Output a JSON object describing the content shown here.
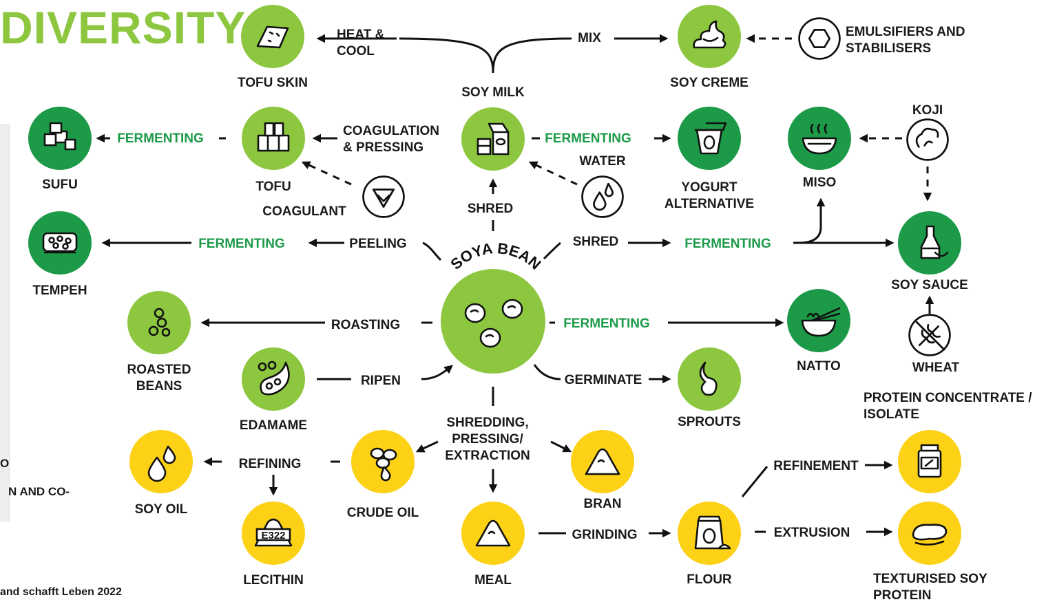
{
  "heading": "DIVERSITY",
  "footer": "and schafft Leben 2022",
  "side_fragments": [
    "O",
    "N AND CO-"
  ],
  "colors": {
    "heading": "#8dc63f",
    "light_green": "#8dc63f",
    "dark_green": "#1c9a48",
    "yellow": "#fcd116",
    "fermenting_text": "#1c9a48",
    "line": "#111111"
  },
  "center": {
    "label": "SOYA BEAN",
    "icon": "soybeans-icon"
  },
  "nodes": {
    "tofu_skin": {
      "label": [
        "TOFU SKIN"
      ],
      "fill": "light_green",
      "icon": "tofu-skin-icon"
    },
    "soy_milk": {
      "label": [
        "SOY MILK"
      ],
      "fill": "light_green",
      "icon": "milk-carton-icon"
    },
    "soy_creme": {
      "label": [
        "SOY CREME"
      ],
      "fill": "light_green",
      "icon": "creme-icon"
    },
    "sufu": {
      "label": [
        "SUFU"
      ],
      "fill": "dark_green",
      "icon": "cubes-icon"
    },
    "tofu": {
      "label": [
        "TOFU"
      ],
      "fill": "light_green",
      "icon": "tofu-blocks-icon"
    },
    "yogurt": {
      "label": [
        "YOGURT",
        "ALTERNATIVE"
      ],
      "fill": "dark_green",
      "icon": "yogurt-cup-icon"
    },
    "miso": {
      "label": [
        "MISO"
      ],
      "fill": "dark_green",
      "icon": "bowl-icon"
    },
    "tempeh": {
      "label": [
        "TEMPEH"
      ],
      "fill": "dark_green",
      "icon": "tempeh-icon"
    },
    "soy_sauce": {
      "label": [
        "SOY SAUCE"
      ],
      "fill": "dark_green",
      "icon": "bottle-icon"
    },
    "roasted_beans": {
      "label": [
        "ROASTED",
        "BEANS"
      ],
      "fill": "light_green",
      "icon": "roasted-beans-icon"
    },
    "natto": {
      "label": [
        "NATTO"
      ],
      "fill": "dark_green",
      "icon": "noodle-bowl-icon"
    },
    "edamame": {
      "label": [
        "EDAMAME"
      ],
      "fill": "light_green",
      "icon": "pod-icon"
    },
    "sprouts": {
      "label": [
        "SPROUTS"
      ],
      "fill": "light_green",
      "icon": "sprout-icon"
    },
    "soy_oil": {
      "label": [
        "SOY OIL"
      ],
      "fill": "yellow",
      "icon": "oil-drops-icon"
    },
    "crude_oil": {
      "label": [
        "CRUDE OIL"
      ],
      "fill": "yellow",
      "icon": "crude-oil-icon"
    },
    "bran": {
      "label": [
        "BRAN"
      ],
      "fill": "yellow",
      "icon": "pile-icon"
    },
    "protein_concentrate": {
      "label": [
        "PROTEIN CONCENTRATE /",
        "ISOLATE"
      ],
      "fill": "yellow",
      "icon": "jar-icon"
    },
    "lecithin": {
      "label": [
        "LECITHIN"
      ],
      "fill": "yellow",
      "icon": "e322-icon"
    },
    "meal": {
      "label": [
        "MEAL"
      ],
      "fill": "yellow",
      "icon": "pile-icon"
    },
    "flour": {
      "label": [
        "FLOUR"
      ],
      "fill": "yellow",
      "icon": "flour-sack-icon"
    },
    "textured_protein": {
      "label": [
        "TEXTURISED SOY",
        "PROTEIN"
      ],
      "fill": "yellow",
      "icon": "textured-protein-icon"
    }
  },
  "inputs": {
    "emulsifiers": {
      "label": [
        "EMULSIFIERS AND",
        "STABILISERS"
      ],
      "icon": "hexagon-icon"
    },
    "koji": {
      "label": [
        "KOJI"
      ],
      "icon": "koji-icon"
    },
    "coagulant": {
      "label": [
        "COAGULANT"
      ],
      "icon": "coagulant-icon"
    },
    "water": {
      "label": [
        "WATER"
      ],
      "icon": "water-drops-icon"
    },
    "wheat": {
      "label": [
        "WHEAT"
      ],
      "icon": "wheat-icon"
    }
  },
  "processes": {
    "heat_cool": [
      "HEAT &",
      "COOL"
    ],
    "mix": "MIX",
    "coagulation": [
      "COAGULATION",
      "& PRESSING"
    ],
    "shred_up": "SHRED",
    "shred_right": "SHRED",
    "peeling": "PEELING",
    "roasting": "ROASTING",
    "ripen": "RIPEN",
    "germinate": "GERMINATE",
    "shredding": [
      "SHREDDING,",
      "PRESSING/",
      "EXTRACTION"
    ],
    "refining": "REFINING",
    "grinding": "GRINDING",
    "refinement": "REFINEMENT",
    "extrusion": "EXTRUSION"
  },
  "fermenting": {
    "sufu": "FERMENTING",
    "yogurt": "FERMENTING",
    "tempeh": "FERMENTING",
    "miso_sauce": "FERMENTING",
    "natto": "FERMENTING"
  }
}
